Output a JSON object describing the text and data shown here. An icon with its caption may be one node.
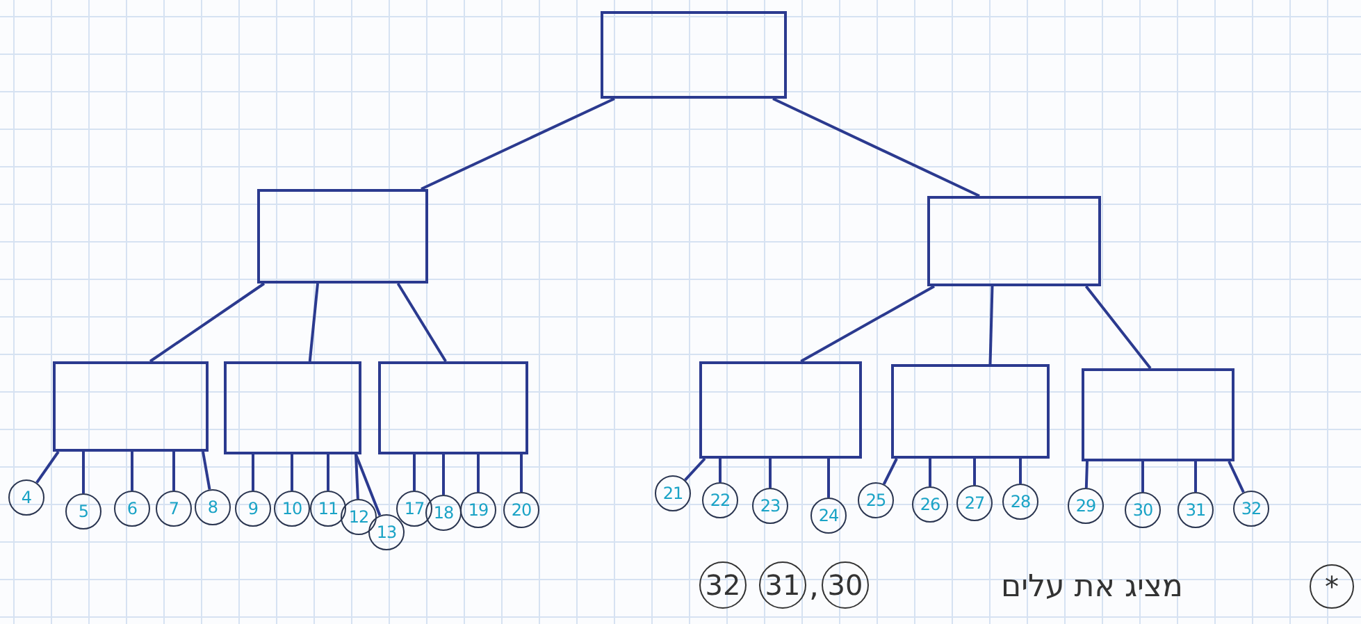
{
  "diagram": {
    "nodes": [
      {
        "text": [],
        "shape": "box"
      },
      {
        "text": [],
        "shape": "box"
      },
      {
        "text": [],
        "shape": "box"
      },
      {
        "text": [],
        "shape": "box"
      },
      {
        "text": [],
        "shape": "box"
      },
      {
        "text": [],
        "shape": "box"
      },
      {
        "text": [],
        "shape": "box"
      },
      {
        "text": [],
        "shape": "box"
      },
      {
        "text": [],
        "shape": "box"
      },
      {
        "text": [
          "4"
        ]
      },
      {
        "text": [
          "5"
        ]
      },
      {
        "text": [
          "6"
        ]
      },
      {
        "text": [
          "7"
        ]
      },
      {
        "text": [
          "8"
        ]
      },
      {
        "text": [
          "9"
        ]
      },
      {
        "text": [
          "10"
        ]
      },
      {
        "text": [
          "11"
        ]
      },
      {
        "text": [
          "12"
        ]
      },
      {
        "text": [
          "13"
        ]
      },
      {
        "text": [
          "17"
        ]
      },
      {
        "text": [
          "18"
        ]
      },
      {
        "text": [
          "19"
        ]
      },
      {
        "text": [
          "20"
        ]
      },
      {
        "text": [
          "21"
        ]
      },
      {
        "text": [
          "22"
        ]
      },
      {
        "text": [
          "23"
        ]
      },
      {
        "text": [
          "24"
        ]
      },
      {
        "text": [
          "25"
        ]
      },
      {
        "text": [
          "26"
        ]
      },
      {
        "text": [
          "27"
        ]
      },
      {
        "text": [
          "28"
        ]
      },
      {
        "text": [
          "29"
        ]
      },
      {
        "text": [
          "30"
        ]
      },
      {
        "text": [
          "31"
        ]
      },
      {
        "text": [
          "32"
        ]
      }
    ],
    "edges": [
      {
        "from": 0,
        "to": 1,
        "arrow": "none"
      },
      {
        "from": 0,
        "to": 2,
        "arrow": "none"
      },
      {
        "from": 1,
        "to": 3,
        "arrow": "none"
      },
      {
        "from": 1,
        "to": 4,
        "arrow": "none"
      },
      {
        "from": 1,
        "to": 5,
        "arrow": "none"
      },
      {
        "from": 2,
        "to": 6,
        "arrow": "none"
      },
      {
        "from": 2,
        "to": 7,
        "arrow": "none"
      },
      {
        "from": 2,
        "to": 8,
        "arrow": "none"
      },
      {
        "from": 3,
        "to": 9,
        "arrow": "none"
      },
      {
        "from": 3,
        "to": 10,
        "arrow": "none"
      },
      {
        "from": 3,
        "to": 11,
        "arrow": "none"
      },
      {
        "from": 3,
        "to": 12,
        "arrow": "none"
      },
      {
        "from": 3,
        "to": 13,
        "arrow": "none"
      },
      {
        "from": 4,
        "to": 14,
        "arrow": "none"
      },
      {
        "from": 4,
        "to": 15,
        "arrow": "none"
      },
      {
        "from": 4,
        "to": 16,
        "arrow": "none"
      },
      {
        "from": 4,
        "to": 17,
        "arrow": "none"
      },
      {
        "from": 4,
        "to": 18,
        "arrow": "none"
      },
      {
        "from": 5,
        "to": 19,
        "arrow": "none"
      },
      {
        "from": 5,
        "to": 20,
        "arrow": "none"
      },
      {
        "from": 5,
        "to": 21,
        "arrow": "none"
      },
      {
        "from": 5,
        "to": 22,
        "arrow": "none"
      },
      {
        "from": 6,
        "to": 23,
        "arrow": "none"
      },
      {
        "from": 6,
        "to": 24,
        "arrow": "none"
      },
      {
        "from": 6,
        "to": 25,
        "arrow": "none"
      },
      {
        "from": 6,
        "to": 26,
        "arrow": "none"
      },
      {
        "from": 7,
        "to": 27,
        "arrow": "none"
      },
      {
        "from": 7,
        "to": 28,
        "arrow": "none"
      },
      {
        "from": 7,
        "to": 29,
        "arrow": "none"
      },
      {
        "from": 7,
        "to": 30,
        "arrow": "none"
      },
      {
        "from": 8,
        "to": 31,
        "arrow": "none"
      },
      {
        "from": 8,
        "to": 32,
        "arrow": "none"
      },
      {
        "from": 8,
        "to": 33,
        "arrow": "none"
      },
      {
        "from": 8,
        "to": 34,
        "arrow": "none"
      }
    ],
    "labels": [
      "32",
      "31",
      ",",
      "30",
      "מציג את עלים",
      "*"
    ]
  }
}
